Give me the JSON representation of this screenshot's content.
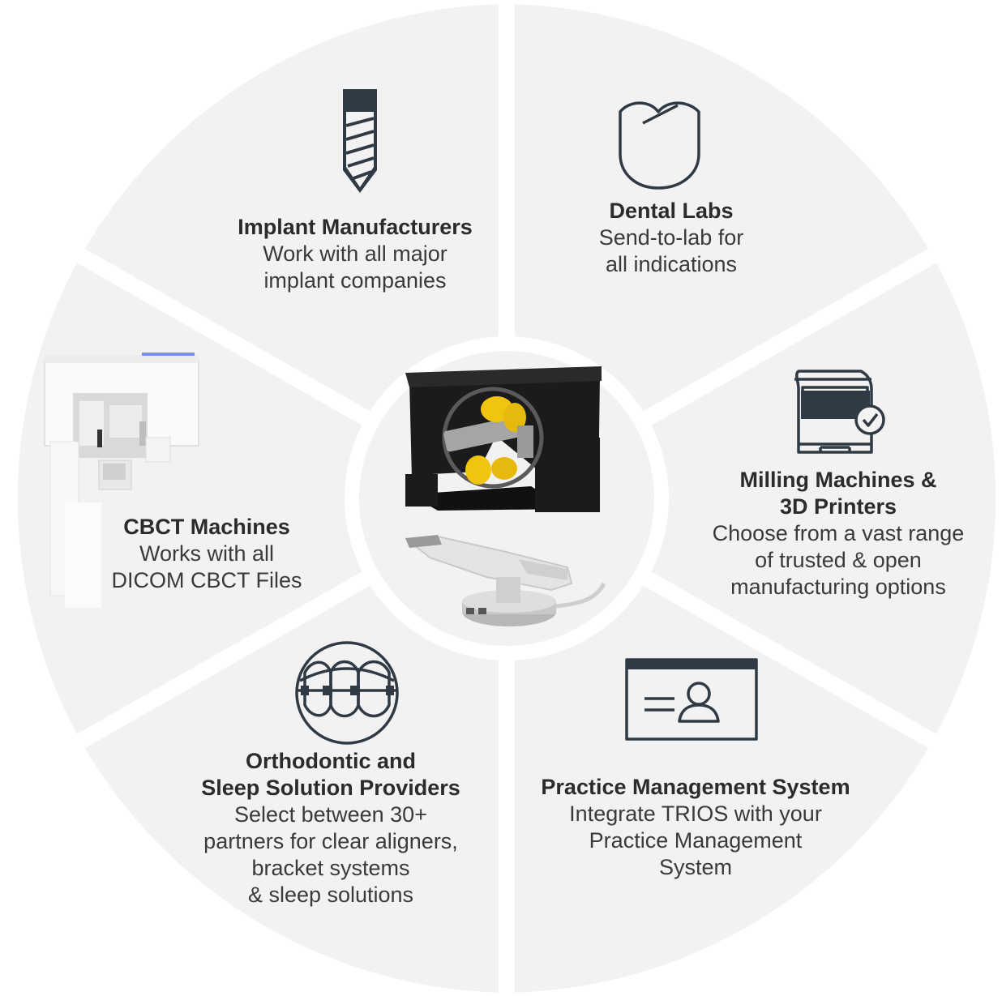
{
  "segments": [
    {
      "id": "implant",
      "title": [
        "Implant Manufacturers"
      ],
      "desc": [
        "Work with all major",
        "implant companies"
      ],
      "icon": "implant-screw-icon"
    },
    {
      "id": "labs",
      "title": [
        "Dental Labs"
      ],
      "desc": [
        "Send-to-lab for",
        "all indications"
      ],
      "icon": "tooth-icon"
    },
    {
      "id": "milling",
      "title": [
        "Milling Machines &",
        "3D Printers"
      ],
      "desc": [
        "Choose from a vast range",
        "of trusted & open",
        "manufacturing options"
      ],
      "icon": "milling-machine-icon"
    },
    {
      "id": "pms",
      "title": [
        "Practice Management System"
      ],
      "desc": [
        "Integrate TRIOS with your",
        "Practice Management",
        "System"
      ],
      "icon": "id-card-icon"
    },
    {
      "id": "ortho",
      "title": [
        "Orthodontic and",
        "Sleep Solution Providers"
      ],
      "desc": [
        "Select between 30+",
        "partners for clear aligners,",
        "bracket systems",
        "& sleep solutions"
      ],
      "icon": "braces-icon"
    },
    {
      "id": "cbct",
      "title": [
        "CBCT Machines"
      ],
      "desc": [
        "Works with all",
        "DICOM CBCT Files"
      ],
      "icon": "cbct-machine-icon"
    }
  ],
  "colors": {
    "segment": "#f2f2f2",
    "gap": "#ffffff",
    "icon": "#2f3a45",
    "center": "#f2f2f2"
  },
  "center": {
    "device": "3d-scanner-and-intraoral-scanner"
  }
}
